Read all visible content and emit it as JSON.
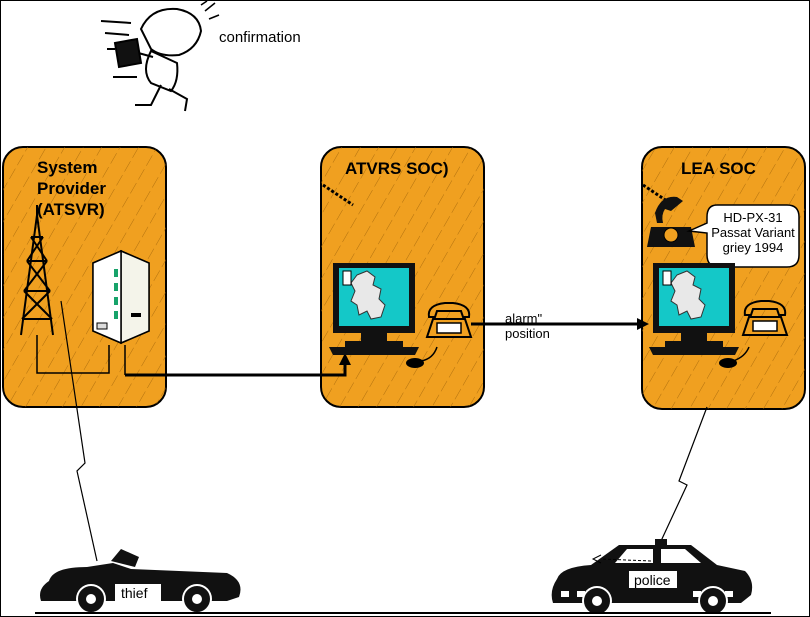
{
  "runner": {
    "caption": "confirmation"
  },
  "boxes": {
    "provider": {
      "lines": [
        "System",
        "Provider",
        "(ATSVR)"
      ]
    },
    "atvrs": {
      "title": "ATVRS SOC)"
    },
    "lea": {
      "title": "LEA SOC"
    }
  },
  "callout": {
    "lines": [
      "HD-PX-31",
      "Passat Variant",
      "griey 1994"
    ]
  },
  "link": {
    "lines": [
      "alarm\"",
      "position"
    ]
  },
  "cars": {
    "thief": "thief",
    "police": "police"
  },
  "colors": {
    "box_fill": "#f0a020",
    "monitor_screen": "#14c8c8",
    "line": "#000000"
  }
}
